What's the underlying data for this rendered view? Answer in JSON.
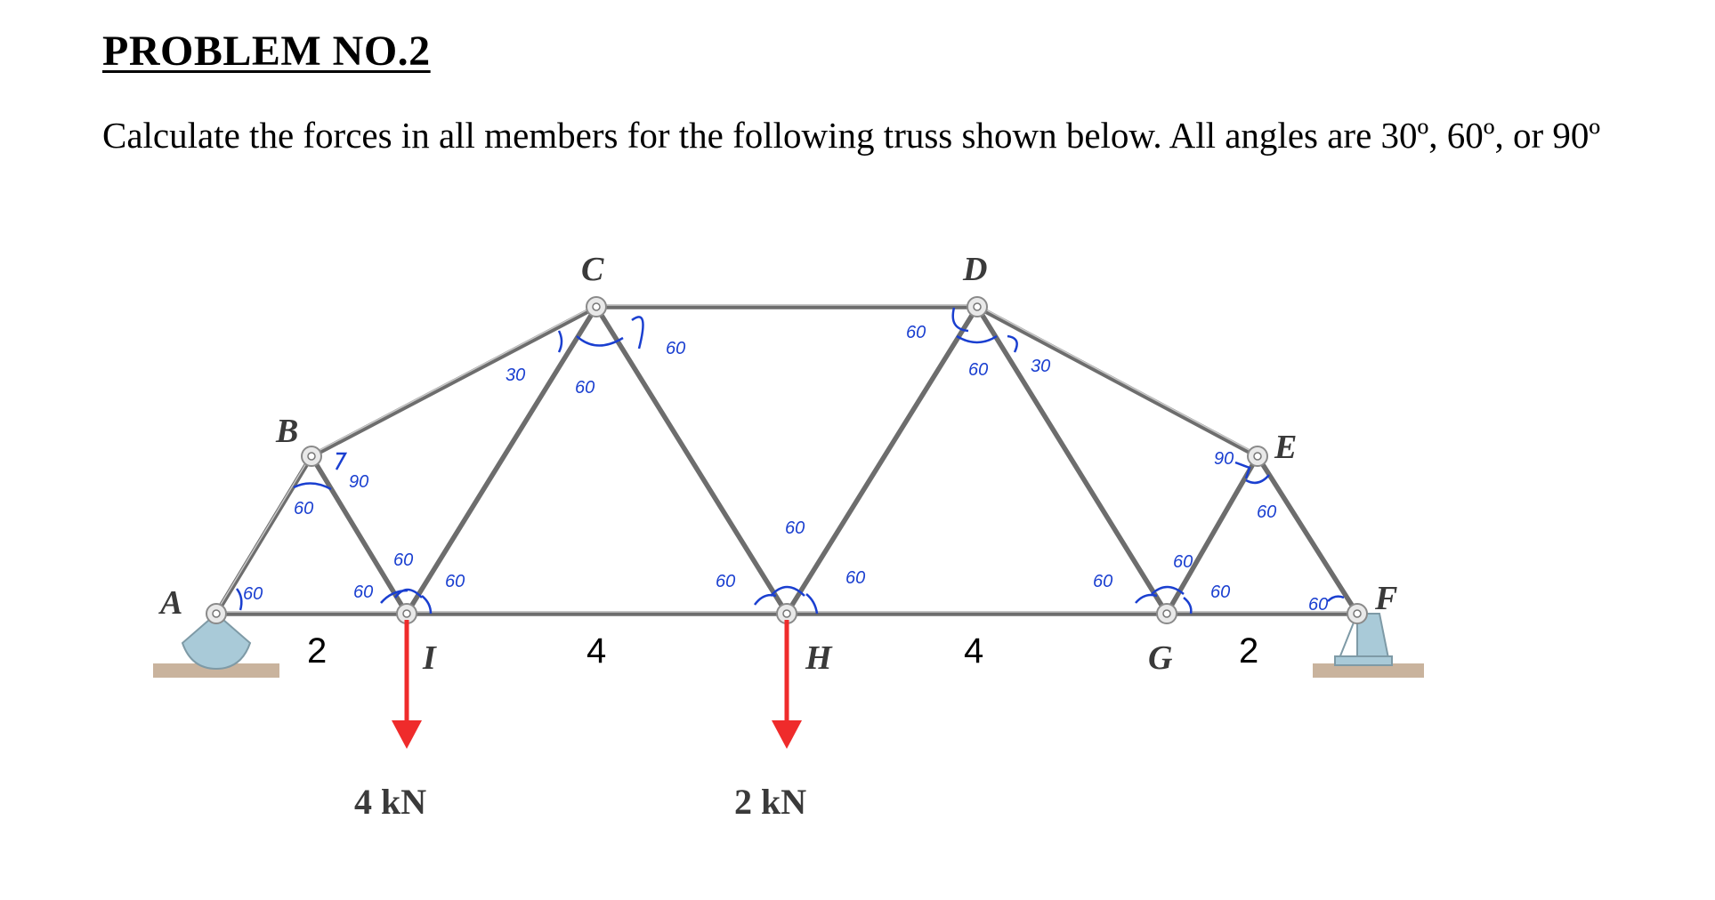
{
  "problem": {
    "title": "PROBLEM NO.2",
    "statement": "Calculate the forces in all members for the following truss shown below. All angles are 30º, 60º, or 90º"
  },
  "truss": {
    "joint_labels": {
      "A": "A",
      "B": "B",
      "C": "C",
      "D": "D",
      "E": "E",
      "F": "F",
      "G": "G",
      "H": "H",
      "I": "I"
    },
    "members": [
      "AB",
      "BC",
      "CD",
      "DE",
      "EF",
      "AI",
      "IH",
      "HG",
      "GF",
      "BI",
      "CI",
      "CH",
      "DH",
      "DG",
      "EG"
    ],
    "loads": [
      {
        "joint": "I",
        "label": "4 kN"
      },
      {
        "joint": "H",
        "label": "2 kN"
      }
    ],
    "dimensions": {
      "AI": "2",
      "IH": "4",
      "HG": "4",
      "GF": "2"
    },
    "angle_annotations": {
      "A": "60",
      "B_lower": "60",
      "B_right": "90",
      "I_left": "60",
      "I_top": "60",
      "I_right": "60",
      "C_left": "30",
      "C_mid": "60",
      "C_right": "60",
      "H_left": "60",
      "H_top": "60",
      "H_right": "60",
      "D_left": "60",
      "D_mid": "60",
      "D_right": "30",
      "G_left": "60",
      "G_top": "60",
      "G_right": "60",
      "E_left": "90",
      "E_lower": "60",
      "F": "60"
    }
  }
}
